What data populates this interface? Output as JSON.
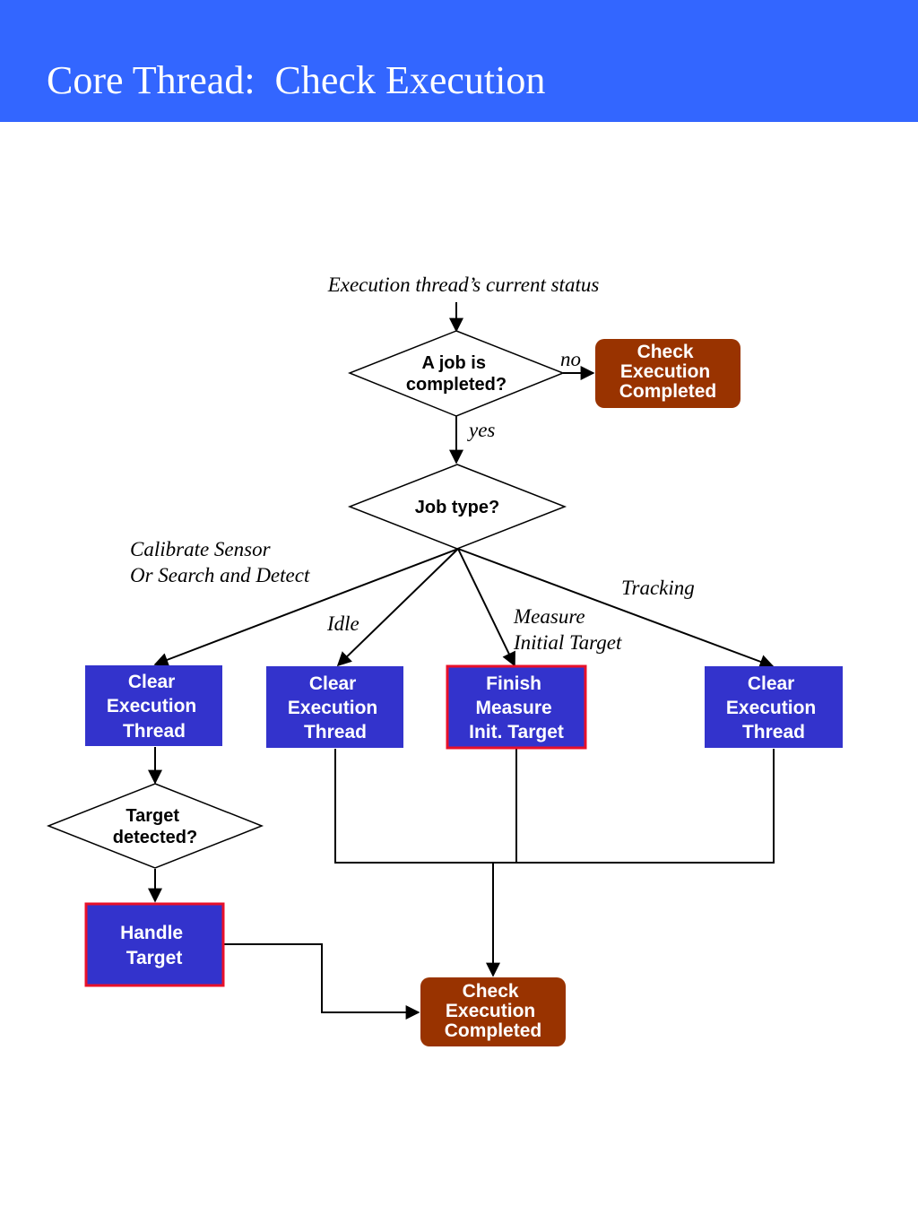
{
  "title": "Core Thread:  Check Execution",
  "colors": {
    "header": "#3366ff",
    "process_fill": "#3333cc",
    "terminal_fill": "#993300",
    "highlight_border": "#e8102a"
  },
  "diagram": {
    "start_label": "Execution thread’s current status",
    "nodes": {
      "job_completed": [
        "A job is",
        "completed?"
      ],
      "check_done_top": [
        "Check",
        "Execution",
        "Completed"
      ],
      "job_type": [
        "Job type?"
      ],
      "clear_calibrate": [
        "Clear",
        "Execution",
        "Thread"
      ],
      "clear_idle": [
        "Clear",
        "Execution",
        "Thread"
      ],
      "finish_measure": [
        "Finish",
        "Measure",
        "Init. Target"
      ],
      "clear_tracking": [
        "Clear",
        "Execution",
        "Thread"
      ],
      "target_detected": [
        "Target",
        "detected?"
      ],
      "handle_target": [
        "Handle",
        "Target"
      ],
      "check_done_bottom": [
        "Check",
        "Execution",
        "Completed"
      ]
    },
    "edge_labels": {
      "no": "no",
      "yes": "yes",
      "calibrate": [
        "Calibrate Sensor",
        "Or Search and Detect"
      ],
      "idle": "Idle",
      "measure": [
        "Measure",
        "Initial Target"
      ],
      "tracking": "Tracking"
    }
  }
}
